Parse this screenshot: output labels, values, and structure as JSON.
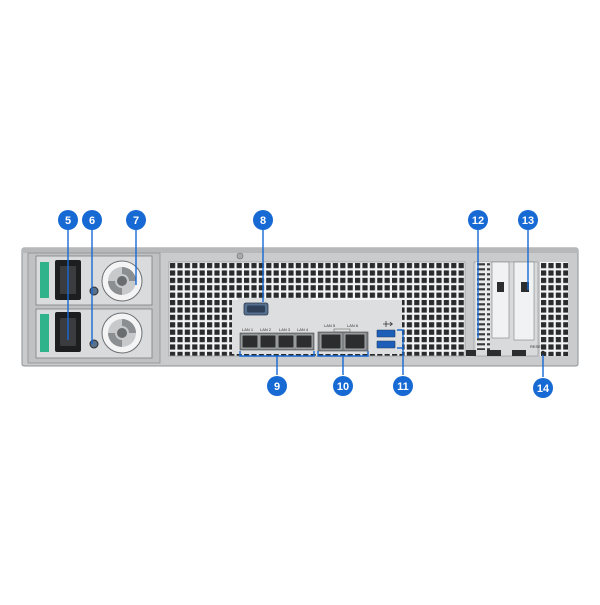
{
  "colors": {
    "badge": "#1769d4",
    "chassis": "#d4d6d8",
    "chassis_dark": "#8e9194",
    "vent_bg": "#f3f4f5",
    "vent_hole": "#2a2b2d",
    "psu_green": "#2eb38a",
    "fan_grey": "#c5c7c9"
  },
  "callouts": [
    {
      "number": "5"
    },
    {
      "number": "6"
    },
    {
      "number": "7"
    },
    {
      "number": "8"
    },
    {
      "number": "9"
    },
    {
      "number": "10"
    },
    {
      "number": "11"
    },
    {
      "number": "12"
    },
    {
      "number": "13"
    },
    {
      "number": "14"
    }
  ],
  "ports": {
    "lan1": "LAN 1",
    "lan2": "LAN 2",
    "lan3": "LAN 3",
    "lan4": "LAN 4",
    "lan5": "LAN 5",
    "lan6": "LAN 6",
    "reset": "RESET"
  },
  "icons": {
    "usb": "usb-icon",
    "fan": "fan-icon",
    "power_socket": "power-socket-icon",
    "serial_port": "serial-port-icon"
  }
}
